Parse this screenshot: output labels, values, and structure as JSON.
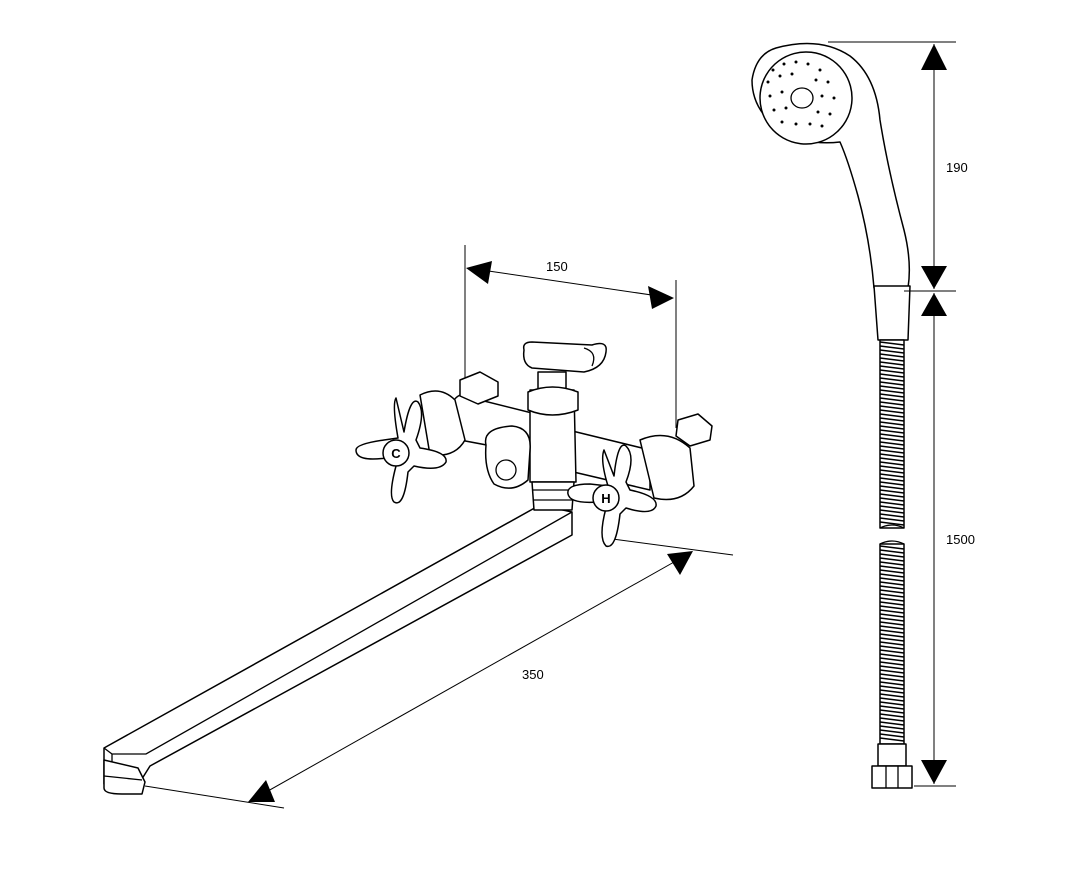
{
  "dimensions": {
    "handle_spacing": "150",
    "spout_length": "350",
    "shower_head_length": "190",
    "hose_length": "1500"
  },
  "handles": {
    "cold": "C",
    "hot": "H"
  }
}
